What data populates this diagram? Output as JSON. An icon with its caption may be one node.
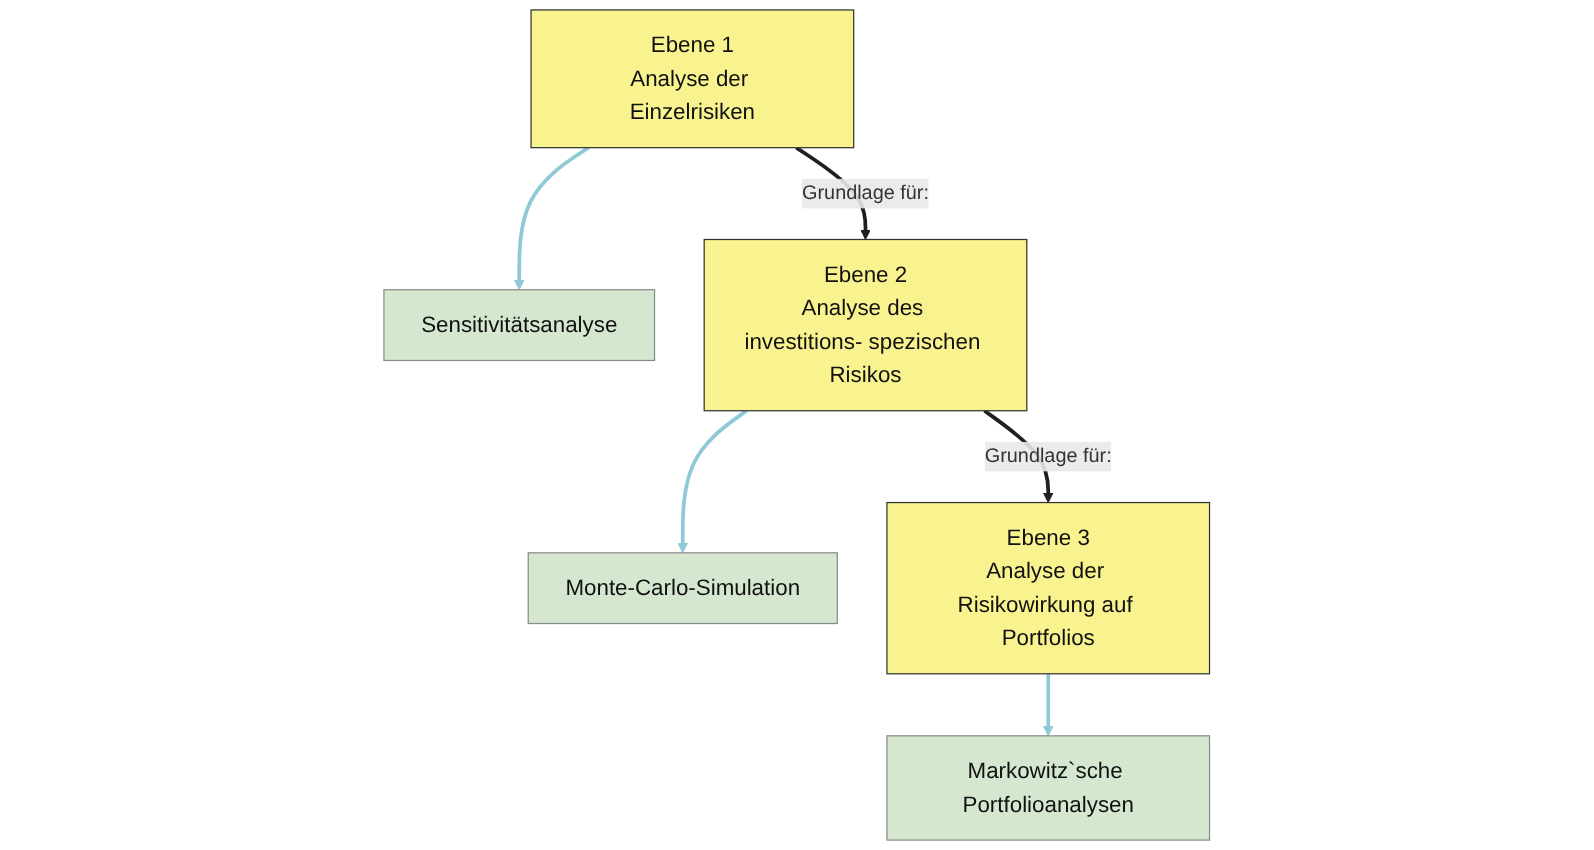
{
  "diagram": {
    "nodes": [
      {
        "text": [
          "Ebene 1",
          "Analyse der Einzelrisiken"
        ]
      },
      {
        "text": [
          "Sensitivitätsanalyse"
        ]
      },
      {
        "text": [
          "Ebene 2",
          "Analyse des investitions- spezischen Risikos"
        ]
      },
      {
        "text": [
          "Monte-Carlo-Simulation"
        ]
      },
      {
        "text": [
          "Ebene 3",
          "Analyse der Risikowirkung auf Portfolios"
        ]
      },
      {
        "text": [
          "Markowitz`sche Portfolioanalysen"
        ]
      }
    ],
    "edges": [
      {
        "from": 0,
        "to": 1,
        "arrow": "to"
      },
      {
        "from": 0,
        "to": 2,
        "arrow": "to",
        "label": "Grundlage für:",
        "color": "#231f20"
      },
      {
        "from": 2,
        "to": 3,
        "arrow": "to"
      },
      {
        "from": 2,
        "to": 4,
        "arrow": "to",
        "label": "Grundlage für:",
        "color": "#231f20"
      },
      {
        "from": 4,
        "to": 5,
        "arrow": "to"
      }
    ]
  }
}
